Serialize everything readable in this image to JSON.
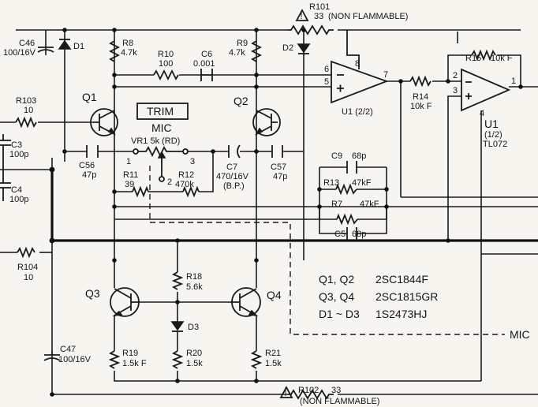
{
  "components": {
    "R101": {
      "ref": "R101",
      "value": "33",
      "note": "(NON FLAMMABLE)"
    },
    "R102": {
      "ref": "R102",
      "value": "33",
      "note": "(NON FLAMMABLE)"
    },
    "C46": {
      "ref": "C46",
      "value": "100/16V"
    },
    "D1": {
      "ref": "D1"
    },
    "R8": {
      "ref": "R8",
      "value": "4.7k"
    },
    "R10": {
      "ref": "R10",
      "value": "100"
    },
    "C6": {
      "ref": "C6",
      "value": "0.001"
    },
    "R9": {
      "ref": "R9",
      "value": "4.7k"
    },
    "D2": {
      "ref": "D2"
    },
    "R103": {
      "ref": "R103",
      "value": "10"
    },
    "Q1": {
      "ref": "Q1"
    },
    "Q2": {
      "ref": "Q2"
    },
    "trim": {
      "box": "TRIM",
      "sub": "MIC"
    },
    "VR1": {
      "ref": "VR1 5k (RD)",
      "p1": "1",
      "p2": "2",
      "p3": "3"
    },
    "C3": {
      "ref": "C3",
      "value": "100p"
    },
    "C4": {
      "ref": "C4",
      "value": "100p"
    },
    "C56": {
      "ref": "C56",
      "value": "47p"
    },
    "R11": {
      "ref": "R11",
      "value": "39"
    },
    "R12": {
      "ref": "R12",
      "value": "470k"
    },
    "C7": {
      "ref": "C7",
      "value": "470/16V",
      "note": "(B.P.)"
    },
    "C57": {
      "ref": "C57",
      "value": "47p"
    },
    "U1a": {
      "ref": "U1 (2/2)",
      "in_inv": "6",
      "in_noninv": "5",
      "out": "7",
      "vplus": "8"
    },
    "R14": {
      "ref": "R14",
      "value": "10k F"
    },
    "R15": {
      "ref": "R15",
      "value": "10k F"
    },
    "U1b": {
      "ref": "U1",
      "part": "(1/2)",
      "type": "TL072",
      "in_inv": "2",
      "in_noninv": "3",
      "out": "1",
      "vminus": "4"
    },
    "C9": {
      "ref": "C9",
      "value": "68p"
    },
    "R13": {
      "ref": "R13",
      "value": "47kF"
    },
    "R7": {
      "ref": "R7",
      "value": "47kF"
    },
    "C5": {
      "ref": "C5",
      "value": "68p"
    },
    "R104": {
      "ref": "R104",
      "value": "10"
    },
    "Q3": {
      "ref": "Q3"
    },
    "Q4": {
      "ref": "Q4"
    },
    "R18": {
      "ref": "R18",
      "value": "5.6k"
    },
    "D3": {
      "ref": "D3"
    },
    "C47": {
      "ref": "C47",
      "value": "100/16V"
    },
    "R19": {
      "ref": "R19",
      "value": "1.5k F"
    },
    "R20": {
      "ref": "R20",
      "value": "1.5k"
    },
    "R21": {
      "ref": "R21",
      "value": "1.5k"
    }
  },
  "parts_list": [
    {
      "refs": "Q1, Q2",
      "part": "2SC1844F"
    },
    {
      "refs": "Q3, Q4",
      "part": "2SC1815GR"
    },
    {
      "refs": "D1 ~ D3",
      "part": "1S2473HJ"
    }
  ],
  "net_labels": {
    "mic": "MIC"
  }
}
